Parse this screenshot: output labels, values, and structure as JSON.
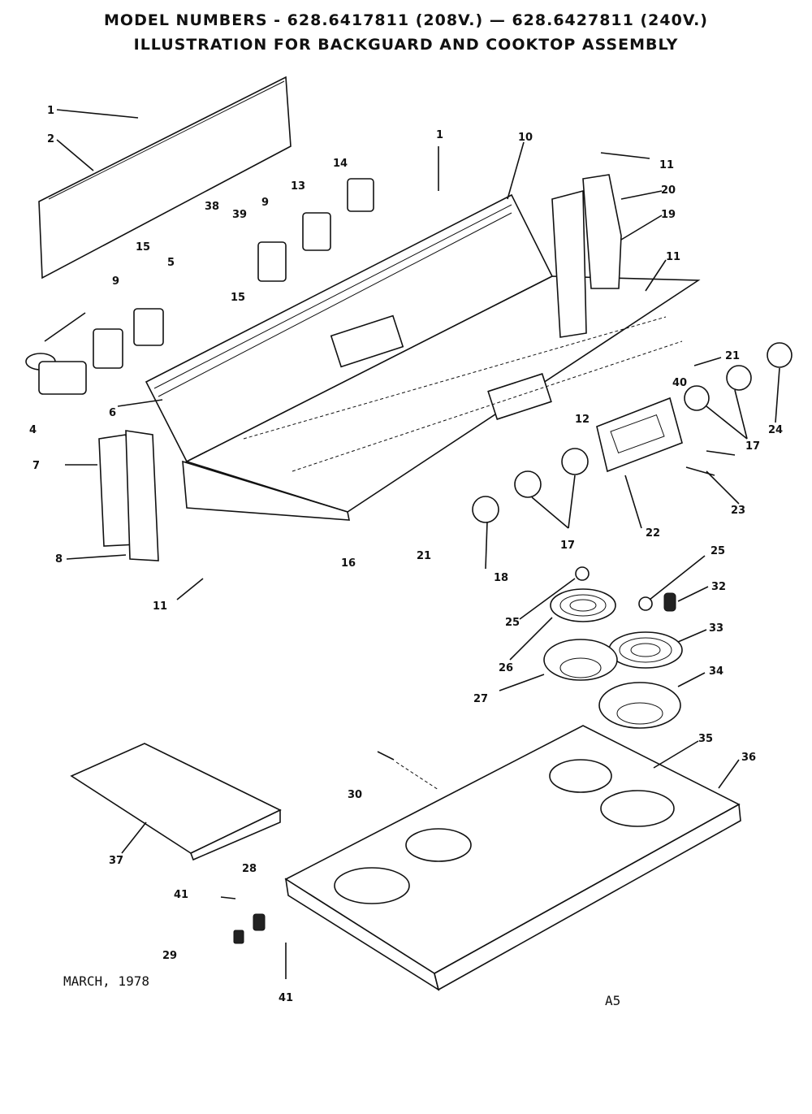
{
  "header": {
    "line1": "MODEL NUMBERS - 628.6417811 (208V.) — 628.6427811 (240V.)",
    "line2": "ILLUSTRATION FOR BACKGUARD AND COOKTOP ASSEMBLY"
  },
  "footer": {
    "date": "MARCH, 1978",
    "page_ref": "A5"
  },
  "callouts": [
    {
      "id": "c1a",
      "label": "1"
    },
    {
      "id": "c2",
      "label": "2"
    },
    {
      "id": "c1b",
      "label": "1"
    },
    {
      "id": "c10",
      "label": "10"
    },
    {
      "id": "c11a",
      "label": "11"
    },
    {
      "id": "c20",
      "label": "20"
    },
    {
      "id": "c19",
      "label": "19"
    },
    {
      "id": "c14",
      "label": "14"
    },
    {
      "id": "c13",
      "label": "13"
    },
    {
      "id": "c9a",
      "label": "9"
    },
    {
      "id": "c38",
      "label": "38"
    },
    {
      "id": "c39",
      "label": "39"
    },
    {
      "id": "c11b",
      "label": "11"
    },
    {
      "id": "c15a",
      "label": "15"
    },
    {
      "id": "c5",
      "label": "5"
    },
    {
      "id": "c9b",
      "label": "9"
    },
    {
      "id": "c15b",
      "label": "15"
    },
    {
      "id": "c21a",
      "label": "21"
    },
    {
      "id": "c24",
      "label": "24"
    },
    {
      "id": "c40",
      "label": "40"
    },
    {
      "id": "c17a",
      "label": "17"
    },
    {
      "id": "c12",
      "label": "12"
    },
    {
      "id": "c4",
      "label": "4"
    },
    {
      "id": "c6",
      "label": "6"
    },
    {
      "id": "c7",
      "label": "7"
    },
    {
      "id": "c8",
      "label": "8"
    },
    {
      "id": "c23",
      "label": "23"
    },
    {
      "id": "c22",
      "label": "22"
    },
    {
      "id": "c17b",
      "label": "17"
    },
    {
      "id": "c16",
      "label": "16"
    },
    {
      "id": "c21b",
      "label": "21"
    },
    {
      "id": "c18",
      "label": "18"
    },
    {
      "id": "c11c",
      "label": "11"
    },
    {
      "id": "c25a",
      "label": "25"
    },
    {
      "id": "c32",
      "label": "32"
    },
    {
      "id": "c25b",
      "label": "25"
    },
    {
      "id": "c33",
      "label": "33"
    },
    {
      "id": "c26",
      "label": "26"
    },
    {
      "id": "c34",
      "label": "34"
    },
    {
      "id": "c27",
      "label": "27"
    },
    {
      "id": "c35",
      "label": "35"
    },
    {
      "id": "c36",
      "label": "36"
    },
    {
      "id": "c30",
      "label": "30"
    },
    {
      "id": "c37",
      "label": "37"
    },
    {
      "id": "c28",
      "label": "28"
    },
    {
      "id": "c41a",
      "label": "41"
    },
    {
      "id": "c29",
      "label": "29"
    },
    {
      "id": "c41b",
      "label": "41"
    }
  ]
}
